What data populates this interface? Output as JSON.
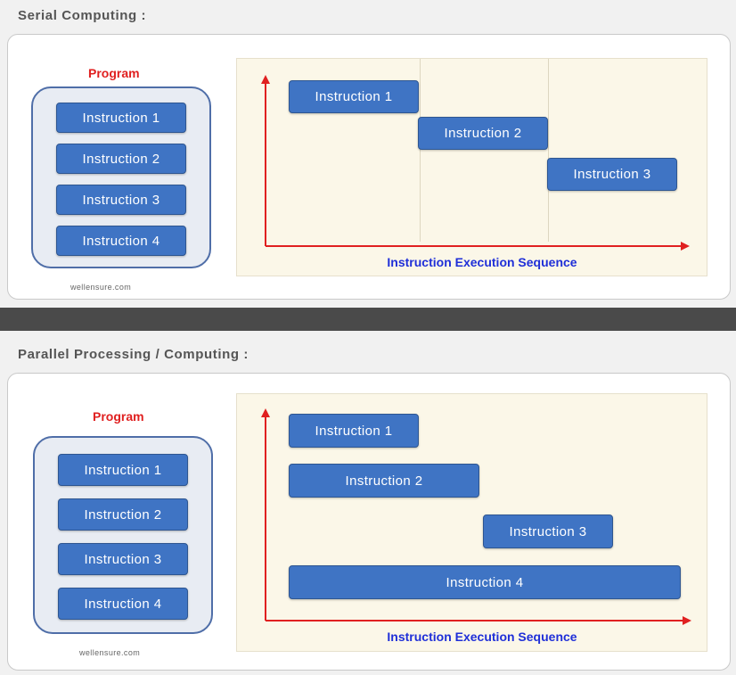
{
  "colors": {
    "accent_red": "#e02020",
    "axis_blue": "#1f2fd8",
    "bar_blue": "#3f74c4",
    "chart_bg": "#fbf7e8"
  },
  "serial": {
    "title": "Serial  Computing :",
    "program_label": "Program",
    "program_items": [
      "Instruction  1",
      "Instruction  2",
      "Instruction  3",
      "Instruction  4"
    ],
    "chart_bars": [
      "Instruction  1",
      "Instruction  2",
      "Instruction  3"
    ],
    "axis_label": "Instruction  Execution  Sequence",
    "watermark": "wellensure.com"
  },
  "parallel": {
    "title": "Parallel  Processing  /  Computing  :",
    "program_label": "Program",
    "program_items": [
      "Instruction  1",
      "Instruction  2",
      "Instruction  3",
      "Instruction  4"
    ],
    "chart_bars": [
      "Instruction  1",
      "Instruction  2",
      "Instruction  3",
      "Instruction  4"
    ],
    "axis_label": "Instruction  Execution  Sequence",
    "watermark": "wellensure.com"
  }
}
